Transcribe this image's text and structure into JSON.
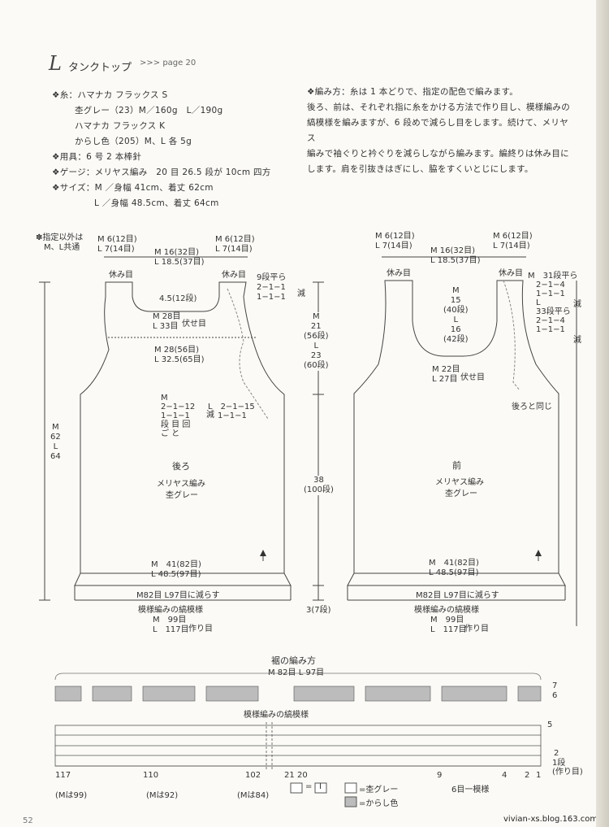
{
  "header": {
    "title_mark": "L",
    "title": "タンクトップ",
    "page_ref": ">>> page 20"
  },
  "materials": {
    "yarn_label": "❖糸：",
    "yarn_line1": "ハマナカ フラックス S",
    "yarn_line2": "杢グレー（23）M／160g　L／190g",
    "yarn_line3": "ハマナカ フラックス K",
    "yarn_line4": "からし色（205）M、L 各 5g",
    "tools_label": "❖用具：",
    "tools_value": "6 号 2 本棒針",
    "gauge_label": "❖ゲージ：",
    "gauge_value": "メリヤス編み　20 目 26.5 段が 10cm 四方",
    "size_label": "❖サイズ：",
    "size_m": "M ／身幅 41cm、着丈 62cm",
    "size_l": "L ／身幅 48.5cm、着丈 64cm"
  },
  "method": {
    "label": "❖編み方：",
    "line1": "糸は 1 本どりで、指定の配色で編みます。",
    "line2": "後ろ、前は、それぞれ指に糸をかける方法で作り目し、模様編みの",
    "line3": "縞模様を編みますが、6 段めで減らし目をします。続けて、メリヤス",
    "line4": "編みで袖ぐりと衿ぐりを減らしながら編みます。編終りは休み目に",
    "line5": "します。肩を引抜きはぎにし、脇をすくいとじにします。"
  },
  "back_diagram": {
    "note1": "✽指定以外は",
    "note2": "M、L共通",
    "shoulder_l_m": "M 6(12目)",
    "shoulder_l_l": "L 7(14目)",
    "shoulder_r_m": "M 6(12目)",
    "shoulder_r_l": "L 7(14目)",
    "neck_m": "M 16(32目)",
    "neck_l": "L 18.5(37目)",
    "rest1": "休み目",
    "rest2": "休み目",
    "neck_depth": "4.5(12段)",
    "neck_rows": "9段平ら",
    "neck_dec1": "2−1−1",
    "neck_dec2": "1−1−1",
    "dec_word": "減",
    "bind_m": "M 28目",
    "bind_l": "L 33目",
    "bind_word": "伏せ目",
    "chest_m": "M 28(56目)",
    "chest_l": "L 32.5(65目)",
    "arm_m_head": "M",
    "arm_m1": "2−1−12",
    "arm_m2": "1−1−1",
    "arm_m3": "段 目 回",
    "arm_m4": "ご と",
    "arm_l1": "L　2−1−15",
    "arm_l2": "1−1−1",
    "arm_dec": "減",
    "name": "後ろ",
    "stitch": "メリヤス編み",
    "color": "杢グレー",
    "hem_m": "M　41(82目)",
    "hem_l": "L 48.5(97目)",
    "reduce": "M82目 L97目に減らす",
    "pattern": "模様編みの縞模様",
    "cast_m": "M　99目",
    "cast_l": "L　117目",
    "cast_word": "作り目",
    "len_m": "M",
    "len_m_v": "62",
    "len_l": "L",
    "len_l_v": "64",
    "arm_h_m": "M",
    "arm_h_m1": "21",
    "arm_h_m2": "(56段)",
    "arm_h_l": "L",
    "arm_h_l1": "23",
    "arm_h_l2": "(60段)",
    "body_h1": "38",
    "body_h2": "(100段)",
    "rib_h": "3(7段)"
  },
  "front_diagram": {
    "shoulder_l_m": "M 6(12目)",
    "shoulder_l_l": "L 7(14目)",
    "shoulder_r_m": "M 6(12目)",
    "shoulder_r_l": "L 7(14目)",
    "neck_m": "M 16(32目)",
    "neck_l": "L 18.5(37目)",
    "rest1": "休み目",
    "rest2": "休み目",
    "depth_m": "M",
    "depth_m1": "15",
    "depth_m2": "(40段)",
    "depth_l": "L",
    "depth_l1": "16",
    "depth_l2": "(42段)",
    "m_rows": "M　31段平ら",
    "m_dec1": "2−1−4",
    "m_dec2": "1−1−1",
    "l_head": "L",
    "l_rows": "33段平ら",
    "l_dec1": "2−1−4",
    "l_dec2": "1−1−1",
    "dec_word": "減",
    "bind_m": "M 22目",
    "bind_l": "L 27目",
    "bind_word": "伏せ目",
    "same": "後ろと同じ",
    "name": "前",
    "stitch": "メリヤス編み",
    "color": "杢グレー",
    "hem_m": "M　41(82目)",
    "hem_l": "L 48.5(97目)",
    "reduce": "M82目 L97目に減らす",
    "pattern": "模様編みの縞模様",
    "cast_m": "M　99目",
    "cast_l": "L　117目",
    "cast_word": "作り目"
  },
  "chart": {
    "title": "裾の編み方",
    "span": "M 82目 L 97目",
    "pattern_label": "模様編みの縞模様",
    "row7": "7",
    "row6": "6",
    "row5": "5",
    "row2": "2",
    "row1": "1段",
    "row1b": "(作り目)",
    "c117": "117",
    "c110": "110",
    "c102": "102",
    "c21": "21",
    "c20": "20",
    "c9": "9",
    "c4": "4",
    "c2": "2",
    "c1": "1",
    "m99": "(Mは99)",
    "m92": "(Mは92)",
    "m84": "(Mは84)",
    "repeat": "6目一模様",
    "legend1_eq": "=",
    "legend1_sym": "I",
    "legend2": "=杢グレー",
    "legend3": "=からし色"
  },
  "footer": {
    "page": "52",
    "watermark": "vivian-xs.blog.163.com"
  }
}
